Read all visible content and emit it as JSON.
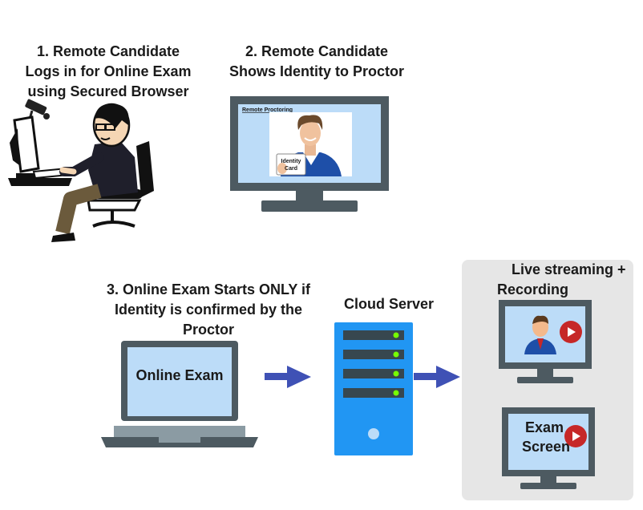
{
  "steps": {
    "step1": [
      "1. Remote Candidate",
      "Logs in for Online Exam",
      "using Secured Browser"
    ],
    "step2": [
      "2. Remote Candidate",
      "Shows Identity to Proctor"
    ],
    "step3": [
      "3. Online Exam Starts ONLY if",
      "Identity is confirmed by the",
      "Proctor"
    ]
  },
  "server_label": "Cloud Server",
  "streaming_label": [
    "Live streaming +",
    "Recording"
  ],
  "monitor": {
    "header": "Remote Proctoring",
    "id_card": [
      "Identity",
      "Card"
    ]
  },
  "laptop_screen": "Online Exam",
  "exam_screen": [
    "Exam",
    "Screen"
  ],
  "colors": {
    "screen_blue": "#bcdcf8",
    "frame_gray": "#4d5a61",
    "arrow": "#3f51b5",
    "server_blue": "#2196f3",
    "led_green": "#76ff03",
    "panel_gray": "#e6e6e6",
    "play_red": "#c62828"
  }
}
